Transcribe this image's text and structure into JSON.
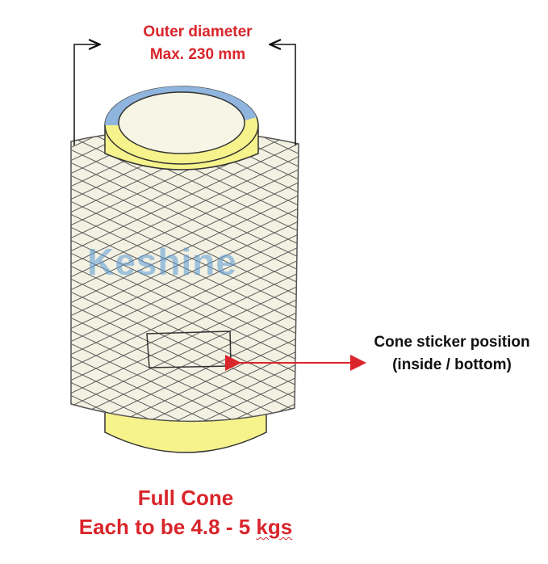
{
  "labels": {
    "outer_diameter_line1": "Outer diameter",
    "outer_diameter_line2": "Max. 230 mm",
    "sticker_line1": "Cone sticker position",
    "sticker_line2": "(inside / bottom)",
    "full_cone": "Full Cone",
    "weight_prefix": "Each to be 4.8 - 5 ",
    "weight_unit": "kgs"
  },
  "watermark": {
    "text": "Keshine"
  },
  "colors": {
    "accent_red": "#d9252b",
    "core_yellow": "#f6f28c",
    "core_blue": "#8fb4dd",
    "core_inner": "#f7f6e6",
    "yarn_fill": "#f3f1e2",
    "mesh_line": "#555555",
    "watermark_blue": "#5b9bd5"
  }
}
